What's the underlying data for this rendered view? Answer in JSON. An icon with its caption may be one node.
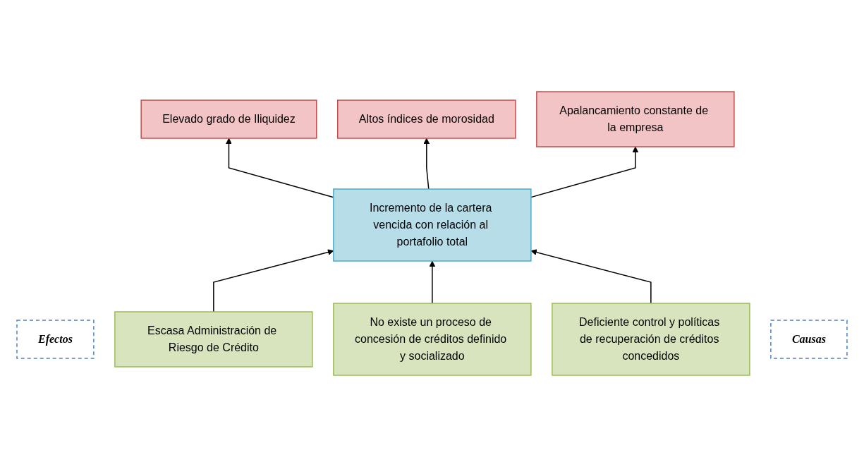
{
  "diagram": {
    "nodes": [
      {
        "text": [
          "Efectos"
        ]
      },
      {
        "text": [
          "Elevado grado de Iliquidez"
        ]
      },
      {
        "text": [
          "Altos índices de morosidad"
        ]
      },
      {
        "text": [
          "Apalancamiento constante de la empresa"
        ]
      },
      {
        "text": [
          "Incremento de la cartera vencida con relación al portafolio total"
        ]
      },
      {
        "text": [
          "Escasa Administración de Riesgo de Crédito"
        ]
      },
      {
        "text": [
          "No existe un proceso de concesión de créditos definido y socializado"
        ]
      },
      {
        "text": [
          "Deficiente control y políticas de recuperación de créditos concedidos"
        ]
      },
      {
        "text": [
          "Causas"
        ]
      }
    ],
    "edges": [
      {
        "from": 4,
        "to": 1,
        "arrow": "to"
      },
      {
        "from": 4,
        "to": 2,
        "arrow": "to"
      },
      {
        "from": 4,
        "to": 3,
        "arrow": "to"
      },
      {
        "from": 5,
        "to": 4,
        "arrow": "to"
      },
      {
        "from": 6,
        "to": 4,
        "arrow": "to"
      },
      {
        "from": 7,
        "to": 4,
        "arrow": "to"
      }
    ]
  }
}
